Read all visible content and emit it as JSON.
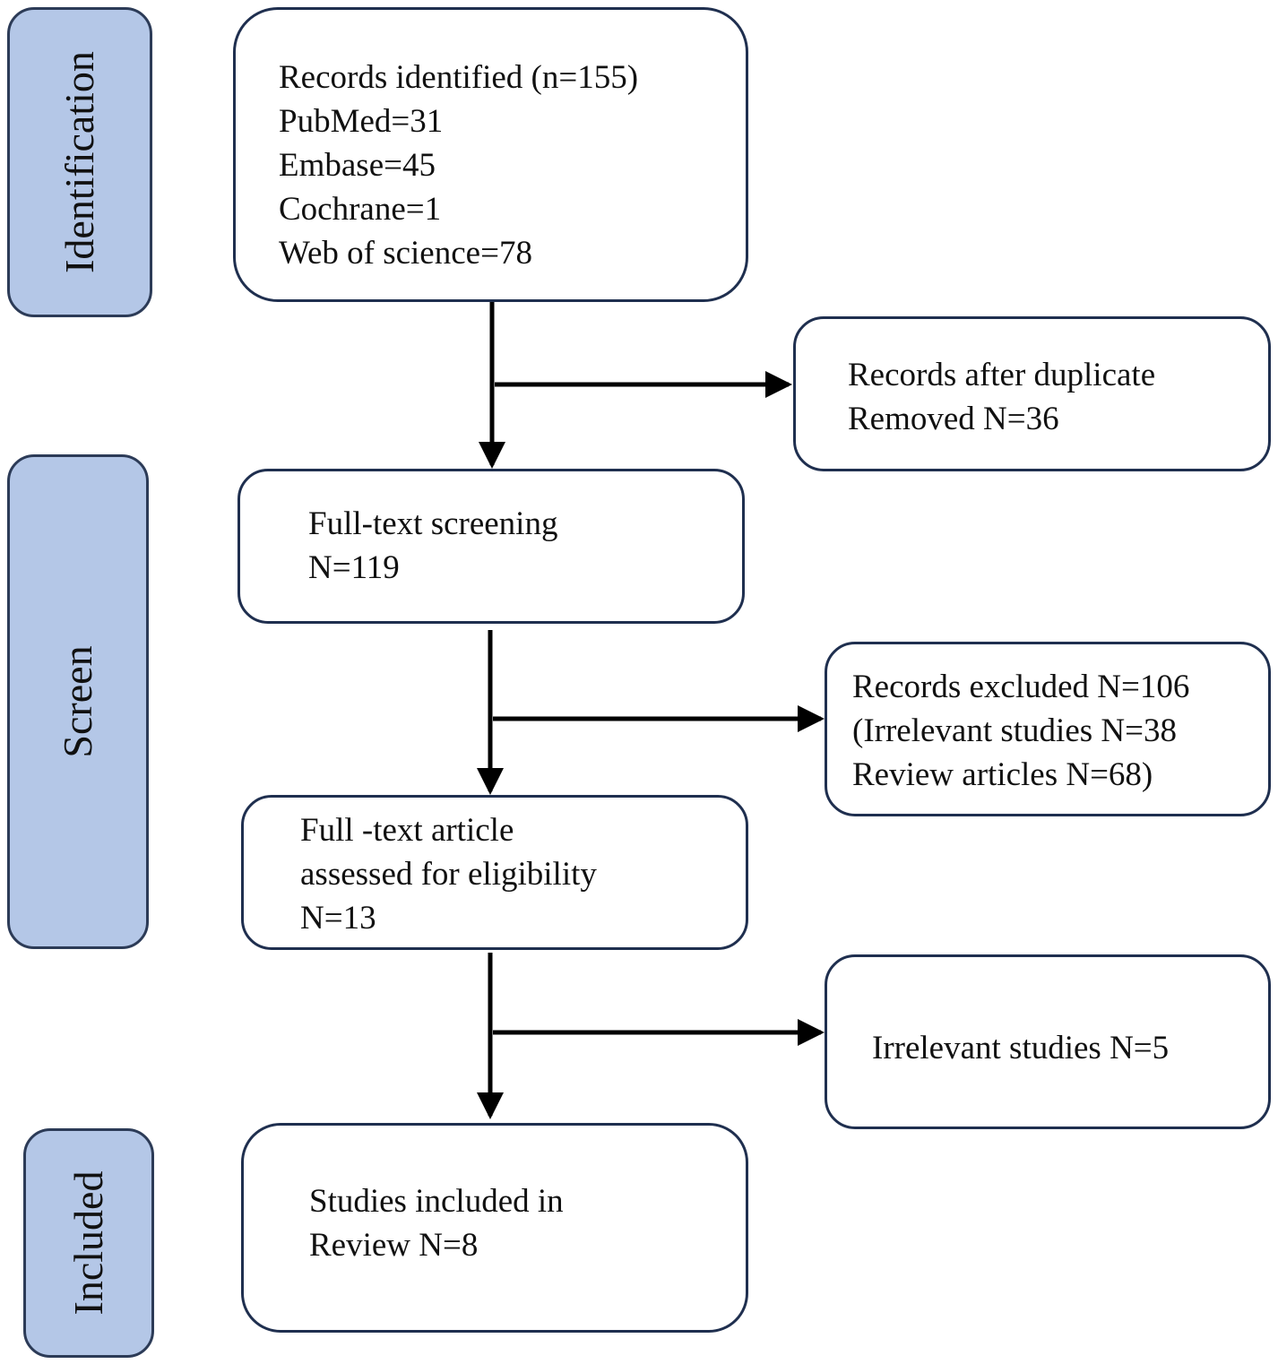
{
  "stages": {
    "identification": "Identification",
    "screen": "Screen",
    "included": "Included"
  },
  "boxes": {
    "records_identified": {
      "lines": [
        "Records identified (n=155)",
        "PubMed=31",
        "Embase=45",
        "Cochrane=1",
        "Web of science=78"
      ]
    },
    "duplicates_removed": {
      "lines": [
        "Records after duplicate",
        "Removed N=36"
      ]
    },
    "full_text_screening": {
      "lines": [
        "Full-text screening",
        "N=119"
      ]
    },
    "records_excluded": {
      "lines": [
        "Records excluded N=106",
        "(Irrelevant studies N=38",
        "Review articles N=68)"
      ]
    },
    "eligibility": {
      "lines": [
        "Full -text article",
        "assessed for eligibility",
        "N=13"
      ]
    },
    "irrelevant": {
      "lines": [
        "Irrelevant studies N=5"
      ]
    },
    "included": {
      "lines": [
        "Studies included in",
        "Review N=8"
      ]
    }
  },
  "colors": {
    "stage_fill": "#b4c7e7",
    "stage_border": "#2c3b57",
    "box_border": "#1f2f4f",
    "arrow": "#000000"
  }
}
